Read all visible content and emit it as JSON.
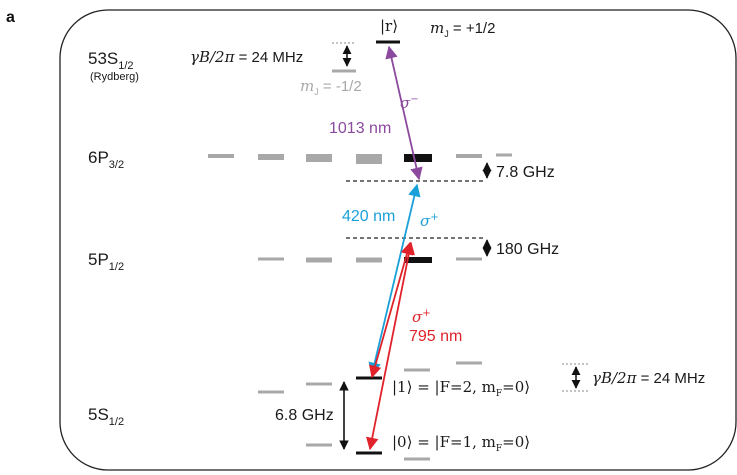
{
  "panel_label": "a",
  "colors": {
    "level_dark": "#111111",
    "level_grey": "#a8a8a8",
    "purple": "#8c4a9e",
    "cyan": "#1aa0d8",
    "red": "#e0222a",
    "text": "#1a1a1a"
  },
  "states": {
    "rydberg": {
      "name": "53S",
      "sub": "1/2",
      "note": "(Rydberg)"
    },
    "p32": {
      "name": "6P",
      "sub": "3/2"
    },
    "p12": {
      "name": "5P",
      "sub": "1/2"
    },
    "s12": {
      "name": "5S",
      "sub": "1/2"
    }
  },
  "labels": {
    "r_ket": "|r⟩",
    "mj_plus": "m",
    "mj_plus_sub": "J",
    "mj_plus_val": " = +1/2",
    "mj_minus": "m",
    "mj_minus_sub": "J",
    "mj_minus_val": " = -1/2",
    "gamma_top_pre": "γB/2π",
    "gamma_top_post": " = 24 MHz",
    "gamma_bottom_pre": "γB/2π",
    "gamma_bottom_post": " = 24 MHz",
    "nm1013": "1013 nm",
    "nm420": "420 nm",
    "nm795": "795 nm",
    "sigma_minus": "σ",
    "sigma_minus_sup": "−",
    "sigma_plus_1": "σ",
    "sigma_plus_1_sup": "+",
    "sigma_plus_2": "σ",
    "sigma_plus_2_sup": "+",
    "det_78": "7.8 GHz",
    "det_180": "180 GHz",
    "hf_68": "6.8 GHz",
    "ket1": "|1⟩ = |F=2, m",
    "ket1_sub": "F",
    "ket1_end": "=0⟩",
    "ket0": "|0⟩ = |F=1, m",
    "ket0_sub": "F",
    "ket0_end": "=0⟩"
  }
}
